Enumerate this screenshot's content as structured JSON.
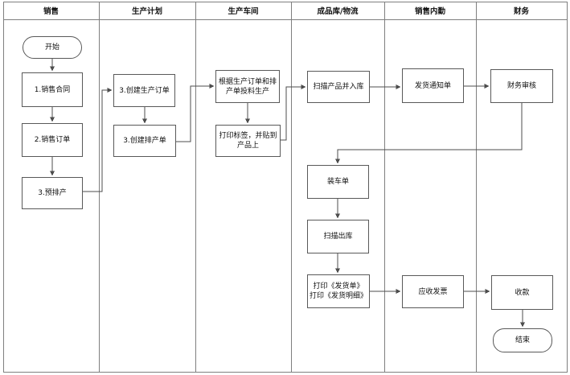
{
  "diagram": {
    "type": "swimlane-flowchart",
    "colors": {
      "background": "#ffffff",
      "lane_line": "#7f7f7f",
      "box_border": "#595959",
      "connector": "#4d4d4d",
      "text": "#111111"
    },
    "lanes": [
      {
        "label": "销售"
      },
      {
        "label": "生产计划"
      },
      {
        "label": "生产车间"
      },
      {
        "label": "成品库/物流"
      },
      {
        "label": "销售内勤"
      },
      {
        "label": "财务"
      }
    ],
    "nodes": {
      "start": {
        "label": "开始",
        "shape": "stadium",
        "lane": "销售"
      },
      "sales_contract": {
        "label": "1.销售合同",
        "shape": "rect",
        "lane": "销售"
      },
      "sales_order": {
        "label": "2.销售订单",
        "shape": "rect",
        "lane": "销售"
      },
      "pre_schedule": {
        "label": "3.预排产",
        "shape": "rect",
        "lane": "销售"
      },
      "create_prod_order": {
        "label": "3.创建生产订单",
        "shape": "rect",
        "lane": "生产计划"
      },
      "create_schedule": {
        "label": "3.创建排产单",
        "shape": "rect",
        "lane": "生产计划"
      },
      "produce": {
        "label": "根据生产订单和排\n产单投料生产",
        "shape": "rect",
        "lane": "生产车间"
      },
      "print_label": {
        "label": "打印标签，并贴到\n产品上",
        "shape": "rect",
        "lane": "生产车间"
      },
      "scan_in": {
        "label": "扫描产品并入库",
        "shape": "rect",
        "lane": "成品库/物流"
      },
      "loading_list": {
        "label": "装车单",
        "shape": "rect",
        "lane": "成品库/物流"
      },
      "scan_out": {
        "label": "扫描出库",
        "shape": "rect",
        "lane": "成品库/物流"
      },
      "print_delivery": {
        "label": "打印《发货单》\n打印《发货明细》",
        "shape": "rect",
        "lane": "成品库/物流"
      },
      "ship_notice": {
        "label": "发货通知单",
        "shape": "rect",
        "lane": "销售内勤"
      },
      "receivable_invoice": {
        "label": "应收发票",
        "shape": "rect",
        "lane": "销售内勤"
      },
      "finance_audit": {
        "label": "财务审核",
        "shape": "rect",
        "lane": "财务"
      },
      "receive_payment": {
        "label": "收款",
        "shape": "rect",
        "lane": "财务"
      },
      "end": {
        "label": "结束",
        "shape": "stadium",
        "lane": "财务"
      }
    },
    "edges": [
      {
        "from": "start",
        "to": "sales_contract"
      },
      {
        "from": "sales_contract",
        "to": "sales_order"
      },
      {
        "from": "sales_order",
        "to": "pre_schedule"
      },
      {
        "from": "pre_schedule",
        "to": "create_prod_order"
      },
      {
        "from": "create_prod_order",
        "to": "create_schedule"
      },
      {
        "from": "create_schedule",
        "to": "produce"
      },
      {
        "from": "produce",
        "to": "print_label"
      },
      {
        "from": "print_label",
        "to": "scan_in"
      },
      {
        "from": "scan_in",
        "to": "ship_notice"
      },
      {
        "from": "ship_notice",
        "to": "finance_audit"
      },
      {
        "from": "finance_audit",
        "to": "loading_list"
      },
      {
        "from": "loading_list",
        "to": "scan_out"
      },
      {
        "from": "scan_out",
        "to": "print_delivery"
      },
      {
        "from": "print_delivery",
        "to": "receivable_invoice"
      },
      {
        "from": "receivable_invoice",
        "to": "receive_payment"
      },
      {
        "from": "receive_payment",
        "to": "end"
      }
    ]
  }
}
